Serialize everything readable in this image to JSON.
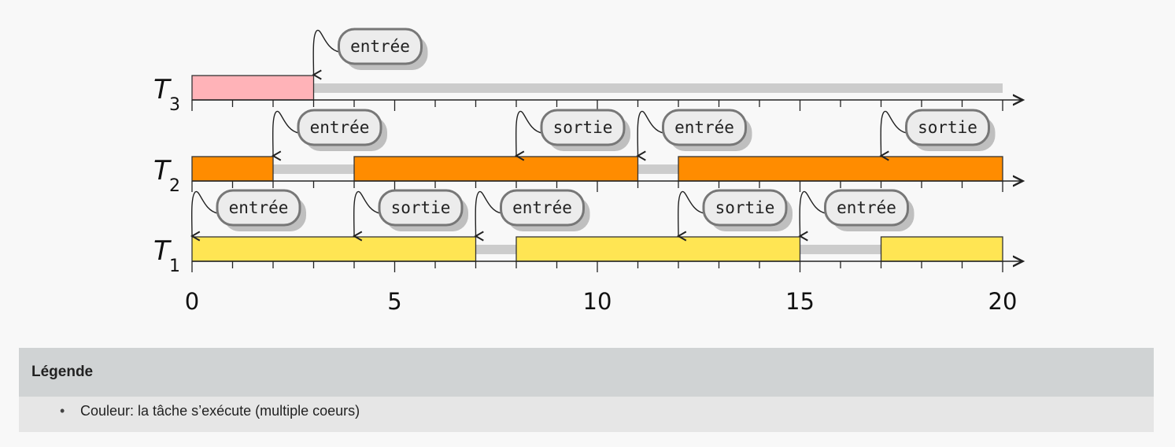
{
  "chart_data": {
    "type": "timeline",
    "x_range": [
      0,
      20
    ],
    "x_ticks": [
      "0",
      "5",
      "10",
      "15",
      "20"
    ],
    "colors": {
      "idle": "#cccccc",
      "T1": "#ffe553",
      "T2": "#ff8c00",
      "T3": "#ffb3b8"
    },
    "tasks": [
      {
        "name": "T",
        "sub": "3",
        "key": "T3",
        "running": [
          [
            0,
            3
          ]
        ],
        "idle": [
          [
            3,
            20
          ]
        ],
        "events": [
          {
            "t": 3,
            "label": "entrée"
          }
        ]
      },
      {
        "name": "T",
        "sub": "2",
        "key": "T2",
        "running": [
          [
            0,
            2
          ],
          [
            4,
            11
          ],
          [
            12,
            20
          ]
        ],
        "idle": [
          [
            2,
            4
          ],
          [
            11,
            12
          ]
        ],
        "events": [
          {
            "t": 2,
            "label": "entrée"
          },
          {
            "t": 8,
            "label": "sortie"
          },
          {
            "t": 11,
            "label": "entrée"
          },
          {
            "t": 17,
            "label": "sortie"
          }
        ]
      },
      {
        "name": "T",
        "sub": "1",
        "key": "T1",
        "running": [
          [
            0,
            7
          ],
          [
            8,
            15
          ],
          [
            17,
            20
          ]
        ],
        "idle": [
          [
            7,
            8
          ],
          [
            15,
            17
          ]
        ],
        "events": [
          {
            "t": 0,
            "label": "entrée"
          },
          {
            "t": 4,
            "label": "sortie"
          },
          {
            "t": 7,
            "label": "entrée"
          },
          {
            "t": 12,
            "label": "sortie"
          },
          {
            "t": 15,
            "label": "entrée"
          }
        ]
      }
    ]
  },
  "legend": {
    "title": "Légende",
    "items": [
      "Couleur: la tâche s’exécute (multiple coeurs)"
    ]
  }
}
